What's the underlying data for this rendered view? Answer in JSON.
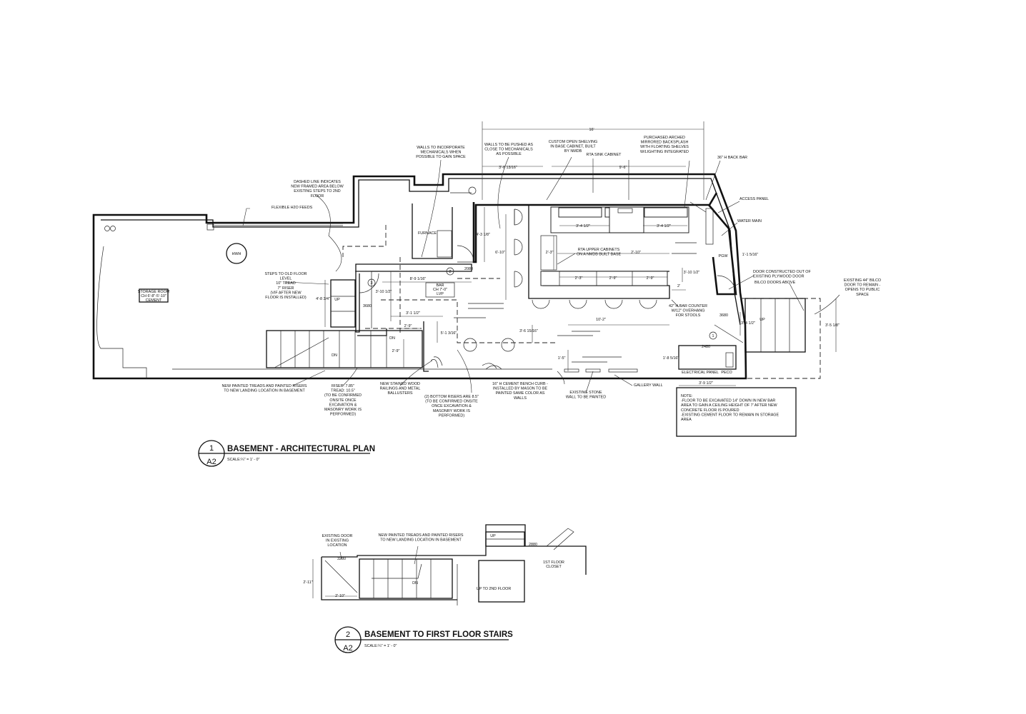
{
  "plan1": {
    "title": "BASEMENT - ARCHITECTURAL PLAN",
    "number": "1",
    "sheet": "A2",
    "scale": "SCALE:¼\" = 1' - 0\"",
    "notes": [
      [
        "FLEXIBLE H2O FEEDS"
      ],
      [
        "DASHED LINE INDICATES",
        "NEW FRAMED AREA BELOW",
        "EXISTING STEPS TO 2ND",
        "FLOOR"
      ],
      [
        "WALLS TO INCORPORATE",
        "MECHANICALS WHEN",
        "POSSIBLE TO GAIN SPACE"
      ],
      [
        "WALLS TO BE PUSHED AS",
        "CLOSE TO MECHANICALS",
        "AS POSSIBLE"
      ],
      [
        "CUSTOM OPEN SHELVING",
        "IN BASE CABINET, BUILT",
        "BY NMDB"
      ],
      [
        "RTA SINK CABINET"
      ],
      [
        "PURCHASED ARCHED",
        "MIRRORED BACKSPLASH",
        "WITH FLOATING SHELVES",
        "W/LIGHTING INTEGRATED"
      ],
      [
        "36\" H BACK BAR"
      ],
      [
        "ACCESS PANEL"
      ],
      [
        "WATER MAIN"
      ],
      [
        "DOOR CONSTRUCTED OUT OF",
        "EXISTING PLYWOOD DOOR"
      ],
      [
        "BILCO DOORS ABOVE"
      ],
      [
        "EXISTING 44\" BILCO",
        "DOOR TO REMAIN -",
        "OPENS TO PUBLIC",
        "SPACE"
      ],
      [
        "STEPS TO OLD FLOOR",
        "LEVEL",
        "10\" TREAD",
        "7\" RISER",
        "(VIF AFTER NEW",
        "FLOOR IS INSTALLED)"
      ],
      [
        "RTA UPPER CABINETS",
        "ON A NMDB BUILT BASE"
      ],
      [
        "42\" H BAR COUNTER",
        "W/12\" OVERHANG",
        "FOR STOOLS"
      ],
      [
        "NEW PAINTED TREADS AND PAINTED RISERS",
        "TO NEW LANDING LOCATION IN BASEMENT"
      ],
      [
        "RISER: 7.85\"",
        "TREAD: 10.5\"",
        "(TO BE CONFIRMED",
        "ONSITE ONCE",
        "EXCAVATION &",
        "MASONRY WORK IS",
        "PERFORMED)"
      ],
      [
        "NEW STAINED WOOD",
        "RAILINGS AND METAL",
        "BALLUSTERS"
      ],
      [
        "(2) BOTTOM RISERS ARE 8.5\"",
        "(TO BE CONFIRMED ONSITE",
        "ONCE EXCAVATION &",
        "MASONRY WORK IS",
        "PERFORMED)"
      ],
      [
        "16\" H CEMENT BENCH CURB -",
        "INSTALLED BY MASON TO BE",
        "PAINTED SAME COLOR AS",
        "WALLS"
      ],
      [
        "EXISTING STONE",
        "WALL TO BE PAINTED"
      ],
      [
        "GALLERY WALL"
      ]
    ],
    "room_labels": {
      "storage_1": "STORAGE ROOM",
      "storage_2": "CH 6'-8\"-5'-10\"",
      "storage_3": "CEMENT",
      "bar_1": "BAR",
      "bar_2": "CH 7'-0\"",
      "bar_3": "LVP",
      "hwh": "HWH",
      "furnace": "FURNACE",
      "pgw": "PGW",
      "up": "UP",
      "dn": "DN",
      "electrical": "ELECTRICAL PANEL",
      "peco": "PECO"
    },
    "dims": {
      "d16": "16'",
      "d3_6": "3'-6 13/16\"",
      "d9_6": "9'-6\"",
      "d3_4a": "3'-4 1/2\"",
      "d3_4b": "3'-4 1/2\"",
      "d4_3": "4'-3 1/8\"",
      "d6_10": "6'-10\"",
      "d2_3": "2'-3\"",
      "d2_10": "2'-10\"",
      "d2_3b": "2'-3\"",
      "d2_9a": "2'-9\"",
      "d2_9b": "2'-9\"",
      "d8_9": "8'-9 1/16\"",
      "d3_10": "3'-10 1/2\"",
      "d4_8": "4'-8 3/4\"",
      "d3_1": "3'-1 1/2\"",
      "d2_9c": "2'-9\"",
      "d5_1": "5'-1 3/16\"",
      "d2_9d": "2'-9\"",
      "d3_6b": "3'-6 15/16\"",
      "d10_2": "10'-2\"",
      "d1_5": "1'-5\"",
      "d3_10b": "3'-10 1/2\"",
      "d2": "2'",
      "d1_1": "1'-1 5/16\"",
      "d3_4c": "3'-4 1/2\"",
      "d3_5": "3'-5 1/8\"",
      "d1_8": "1'-8 5/16\"",
      "d3_9": "3'-9 1/2\"",
      "door_2080": "2080",
      "door_3680a": "3680",
      "door_3680b": "3680",
      "door_2480": "2480"
    },
    "tags": {
      "t1": "1",
      "t2": "2",
      "t3": "3"
    },
    "note_box": [
      "NOTE:",
      "-FLOOR TO BE EXCAVATED 14\" DOWN IN NEW BAR",
      "AREA TO GAIN A CEILING HEIGHT OF 7' AFTER NEW",
      "CONCRETE FLOOR IS POURED",
      "-EXISTING CEMENT FLOOR TO REMAIN IN STORAGE",
      "AREA"
    ]
  },
  "plan2": {
    "title": "BASEMENT TO FIRST FLOOR STAIRS",
    "number": "2",
    "sheet": "A2",
    "scale": "SCALE:¼\" = 1' - 0\"",
    "notes": [
      [
        "EXISTING DOOR",
        "IN EXISTING",
        "LOCATION"
      ],
      [
        "NEW PAINTED TREADS AND PAINTED RISERS",
        "TO NEW LANDING LOCATION IN BASEMENT"
      ]
    ],
    "labels": {
      "up": "UP",
      "dn": "DN",
      "up2": "UP TO 2ND FLOOR",
      "closet_1": "1ST FLOOR",
      "closet_2": "CLOSET",
      "d2_11": "2'-11\"",
      "d2_10": "2'-10\"",
      "door_3280": "3280",
      "door_2880": "2880"
    }
  }
}
